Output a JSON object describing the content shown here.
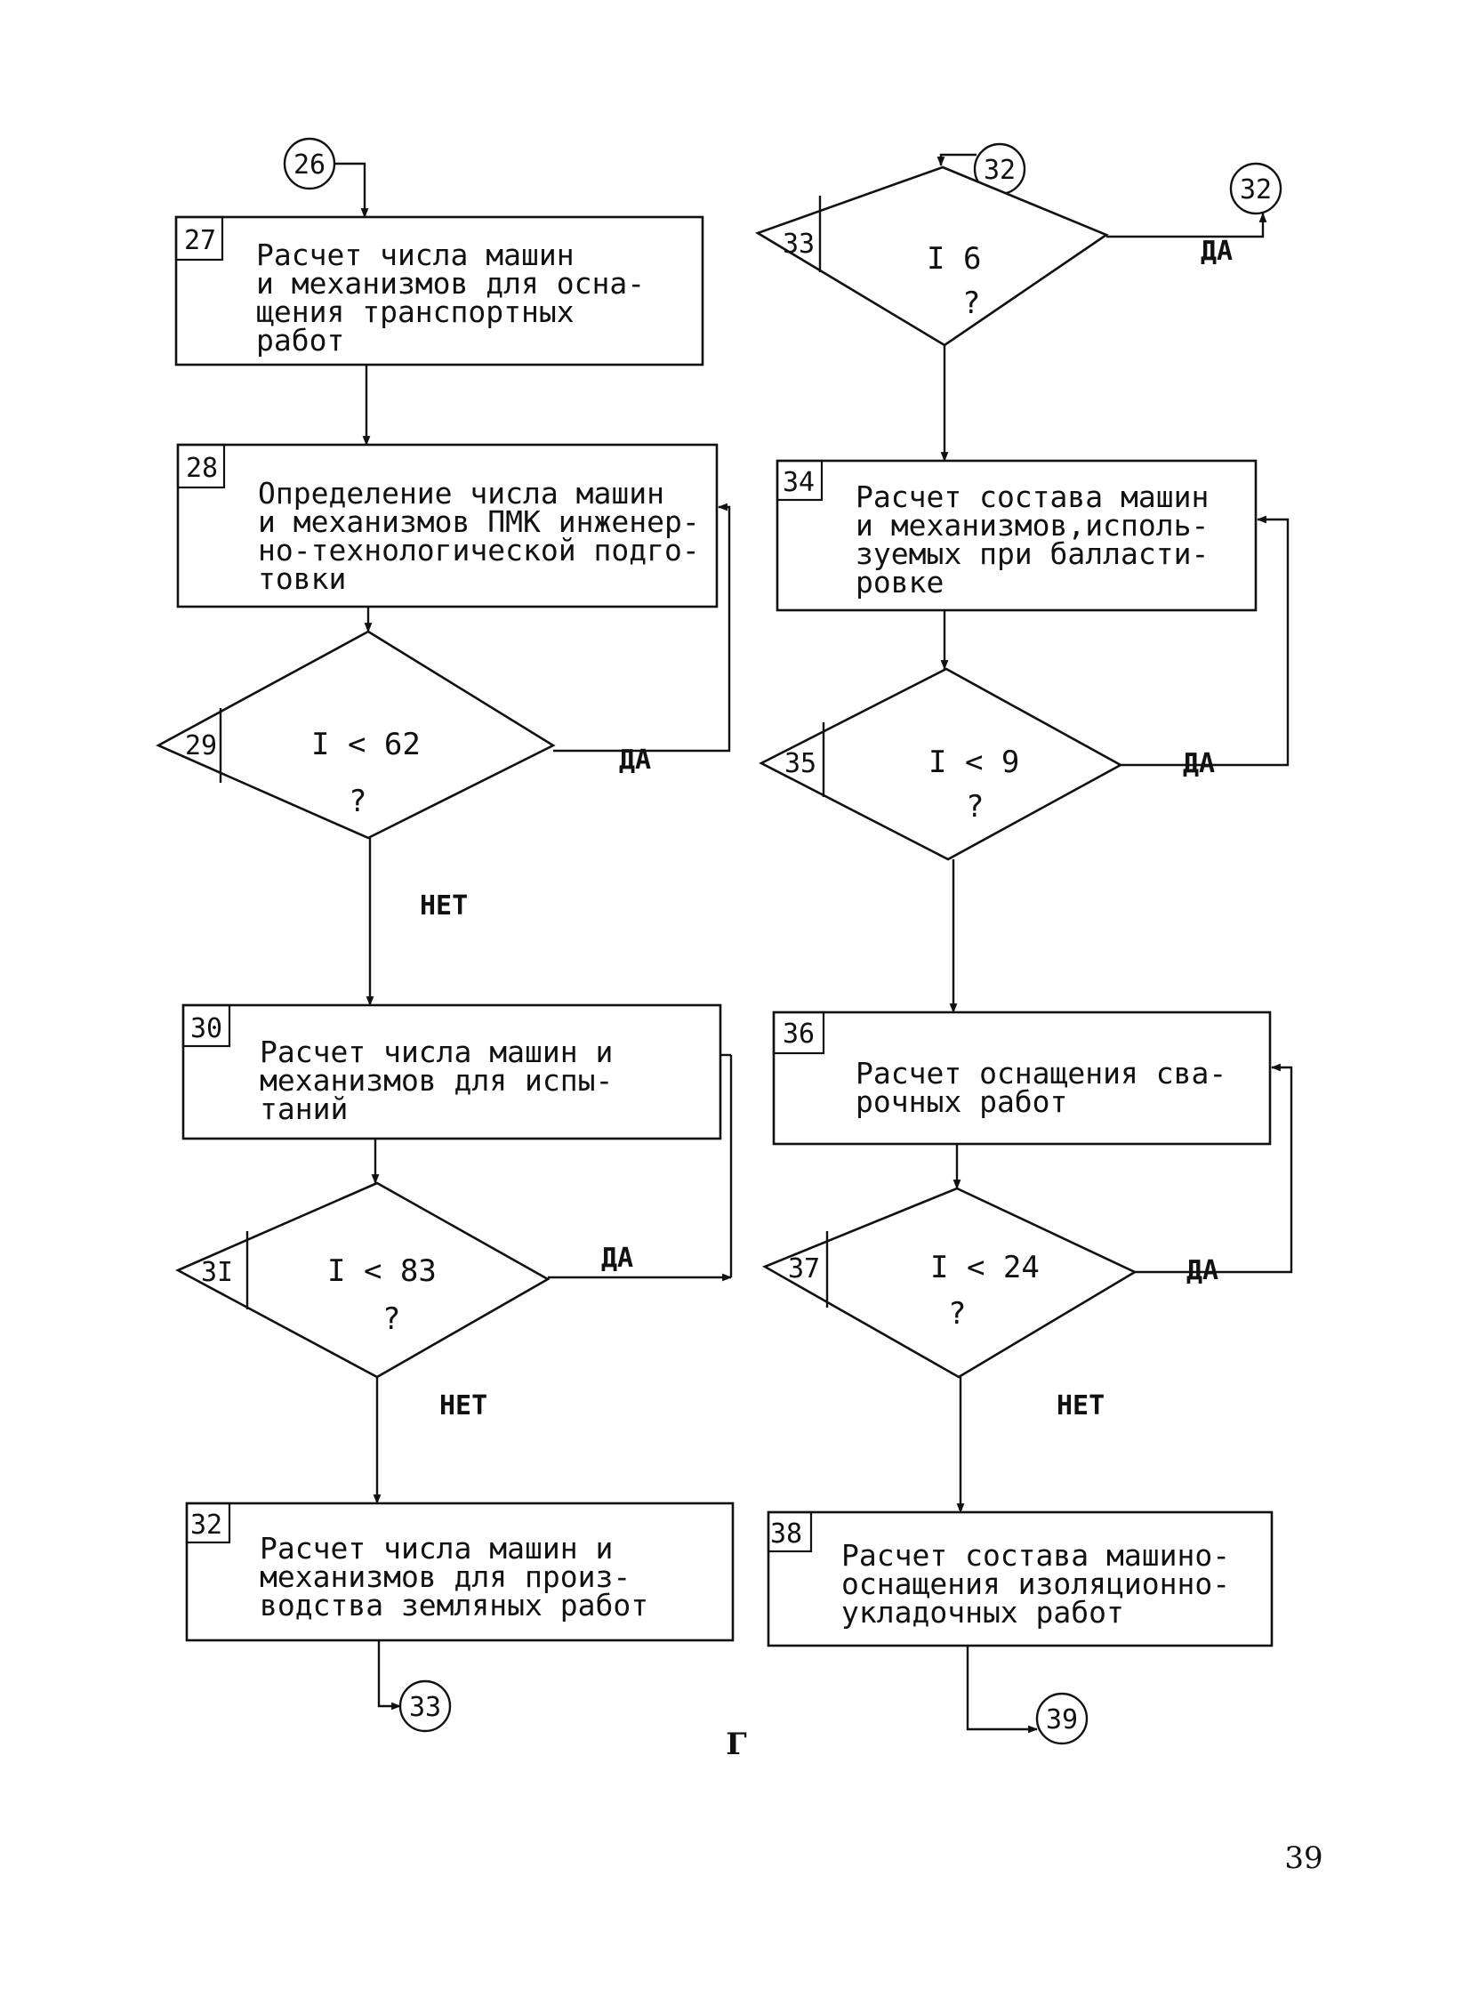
{
  "page_number": "39",
  "figure_label": "Г",
  "connectors": {
    "c26": "26",
    "c32_top": "32",
    "c32_out": "32",
    "c33": "33",
    "c39": "39"
  },
  "blocks": {
    "b27": {
      "num": "27",
      "lines": [
        "Расчет числа машин",
        "и механизмов для осна-",
        "щения транспортных",
        "работ"
      ]
    },
    "b28": {
      "num": "28",
      "lines": [
        "Определение числа машин",
        "и механизмов ПМК инженер-",
        "но-технологической подго-",
        "товки"
      ]
    },
    "b30": {
      "num": "30",
      "lines": [
        "Расчет числа машин и",
        "механизмов для испы-",
        "таний"
      ]
    },
    "b32": {
      "num": "32",
      "lines": [
        "Расчет числа машин и",
        "механизмов для произ-",
        "водства земляных работ"
      ]
    },
    "b34": {
      "num": "34",
      "lines": [
        "Расчет состава машин",
        "и механизмов,исполь-",
        "зуемых при балласти-",
        "ровке"
      ]
    },
    "b36": {
      "num": "36",
      "lines": [
        "Расчет оснащения сва-",
        "рочных работ"
      ]
    },
    "b38": {
      "num": "38",
      "lines": [
        "Расчет состава машино-",
        "оснащения изоляционно-",
        "укладочных работ"
      ]
    }
  },
  "decisions": {
    "d29": {
      "num": "29",
      "condition": "I < 62",
      "q": "?",
      "yes": "ДА",
      "no": "НЕТ"
    },
    "d31": {
      "num": "3I",
      "condition": "I < 83",
      "q": "?",
      "yes": "ДА",
      "no": "НЕТ"
    },
    "d33": {
      "num": "33",
      "condition": "I 6",
      "q": "?",
      "yes": "ДА"
    },
    "d35": {
      "num": "35",
      "condition": "I < 9",
      "q": "?",
      "yes": "ДА"
    },
    "d37": {
      "num": "37",
      "condition": "I < 24",
      "q": "?",
      "yes": "ДА",
      "no": "НЕТ"
    }
  }
}
